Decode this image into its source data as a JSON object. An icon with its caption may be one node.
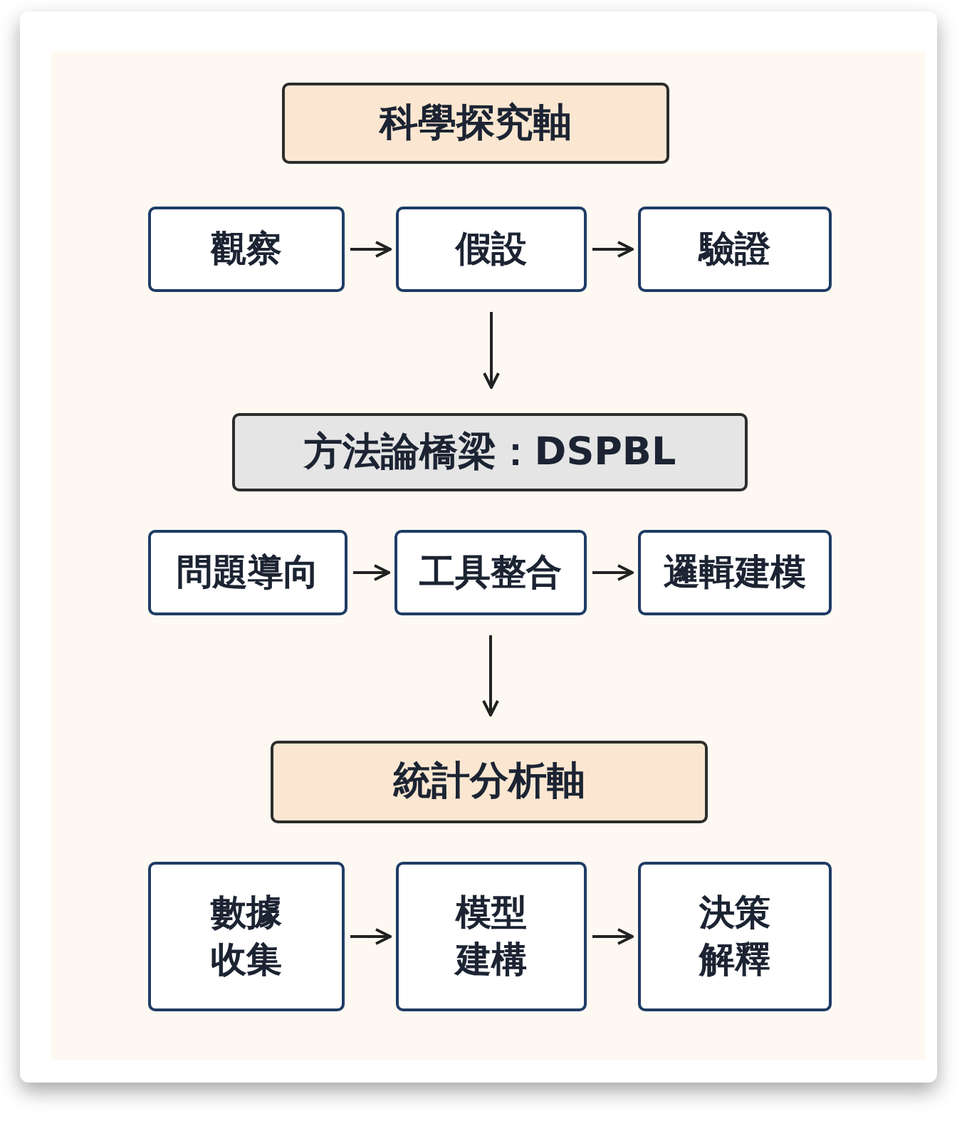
{
  "diagram": {
    "nodes": [
      {
        "text": [
          "科學探究軸"
        ]
      },
      {
        "text": [
          "觀察"
        ]
      },
      {
        "text": [
          "假設"
        ]
      },
      {
        "text": [
          "驗證"
        ]
      },
      {
        "text": [
          "方法論橋梁：DSPBL"
        ]
      },
      {
        "text": [
          "問題導向"
        ]
      },
      {
        "text": [
          "工具整合"
        ]
      },
      {
        "text": [
          "邏輯建模"
        ]
      },
      {
        "text": [
          "統計分析軸"
        ]
      },
      {
        "text": [
          "數據收集"
        ]
      },
      {
        "text": [
          "模型建構"
        ]
      },
      {
        "text": [
          "決策解釋"
        ]
      }
    ],
    "edges": [
      {
        "from": 1,
        "to": 2,
        "arrow": "to"
      },
      {
        "from": 2,
        "to": 3,
        "arrow": "to"
      },
      {
        "from": 2,
        "to": 4,
        "arrow": "to"
      },
      {
        "from": 5,
        "to": 6,
        "arrow": "to"
      },
      {
        "from": 6,
        "to": 7,
        "arrow": "to"
      },
      {
        "from": 6,
        "to": 8,
        "arrow": "to"
      },
      {
        "from": 9,
        "to": 10,
        "arrow": "to"
      },
      {
        "from": 10,
        "to": 11,
        "arrow": "to"
      }
    ]
  }
}
